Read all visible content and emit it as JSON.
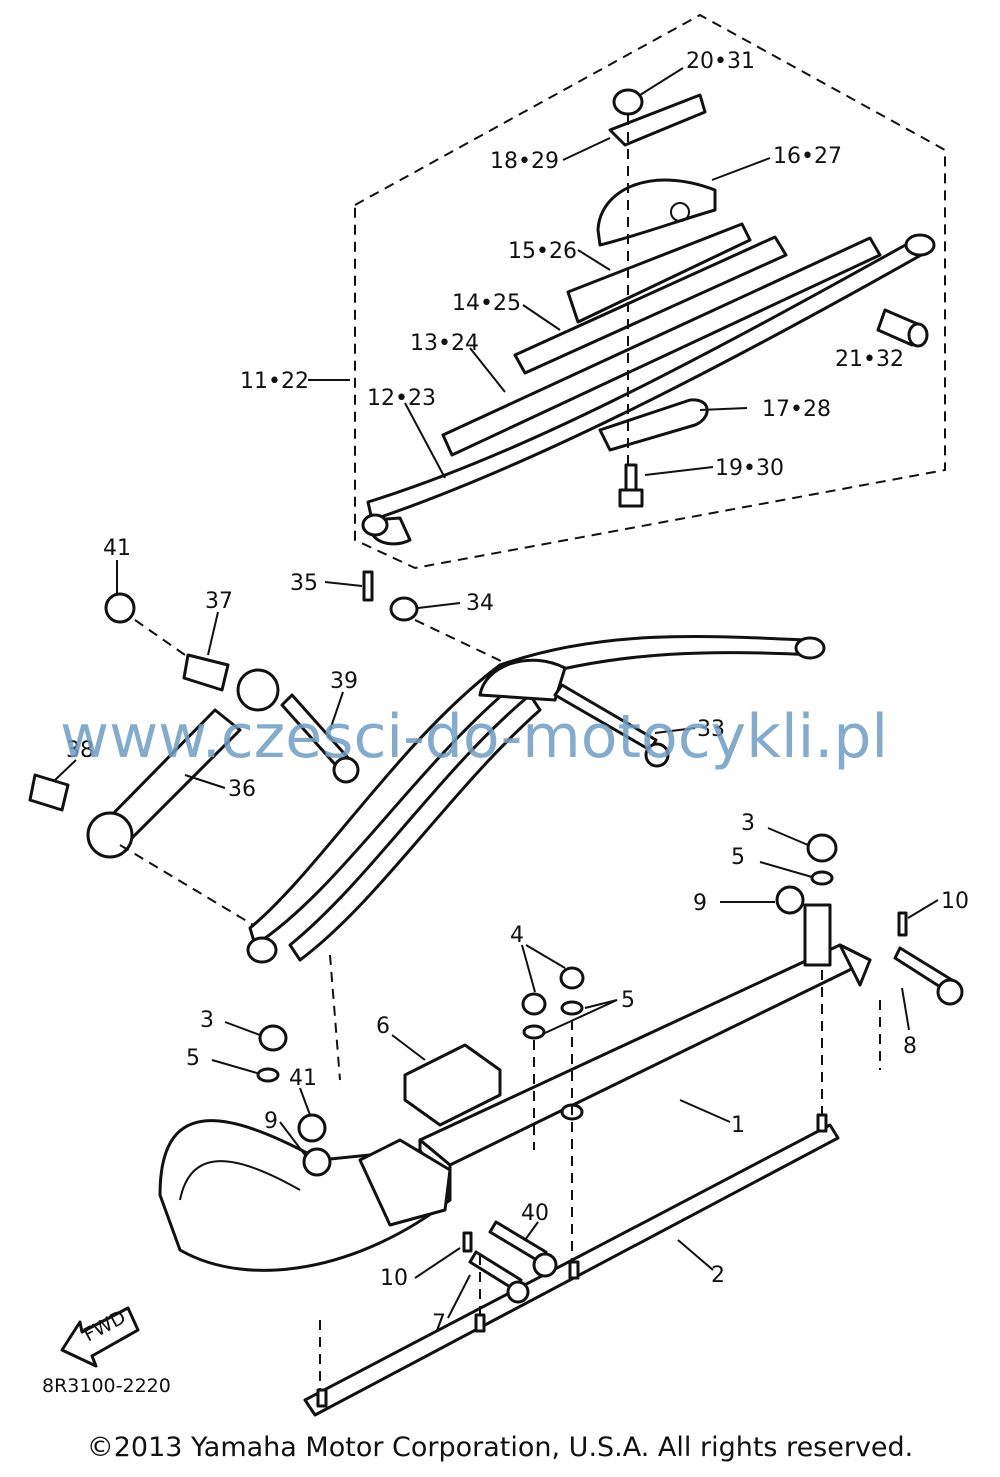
{
  "watermark": "www.czesci-do-motocykli.pl",
  "diagram_code": "8R3100-2220",
  "fwd_label": "FWD",
  "copyright": "©2013 Yamaha Motor Corporation, U.S.A. All rights reserved.",
  "labels": {
    "l20_31": "20•31",
    "l18_29": "18•29",
    "l16_27": "16•27",
    "l15_26": "15•26",
    "l14_25": "14•25",
    "l13_24": "13•24",
    "l12_23": "12•23",
    "l11_22": "11•22",
    "l21_32": "21•32",
    "l17_28": "17•28",
    "l19_30": "19•30",
    "l41a": "41",
    "l37": "37",
    "l35": "35",
    "l34": "34",
    "l39": "39",
    "l33": "33",
    "l38": "38",
    "l36": "36",
    "l3a": "3",
    "l5a": "5",
    "l9a": "9",
    "l10a": "10",
    "l4": "4",
    "l5b": "5",
    "l8": "8",
    "l6": "6",
    "l3b": "3",
    "l5c": "5",
    "l41b": "41",
    "l9b": "9",
    "l1": "1",
    "l40": "40",
    "l10b": "10",
    "l2": "2",
    "l7": "7"
  }
}
